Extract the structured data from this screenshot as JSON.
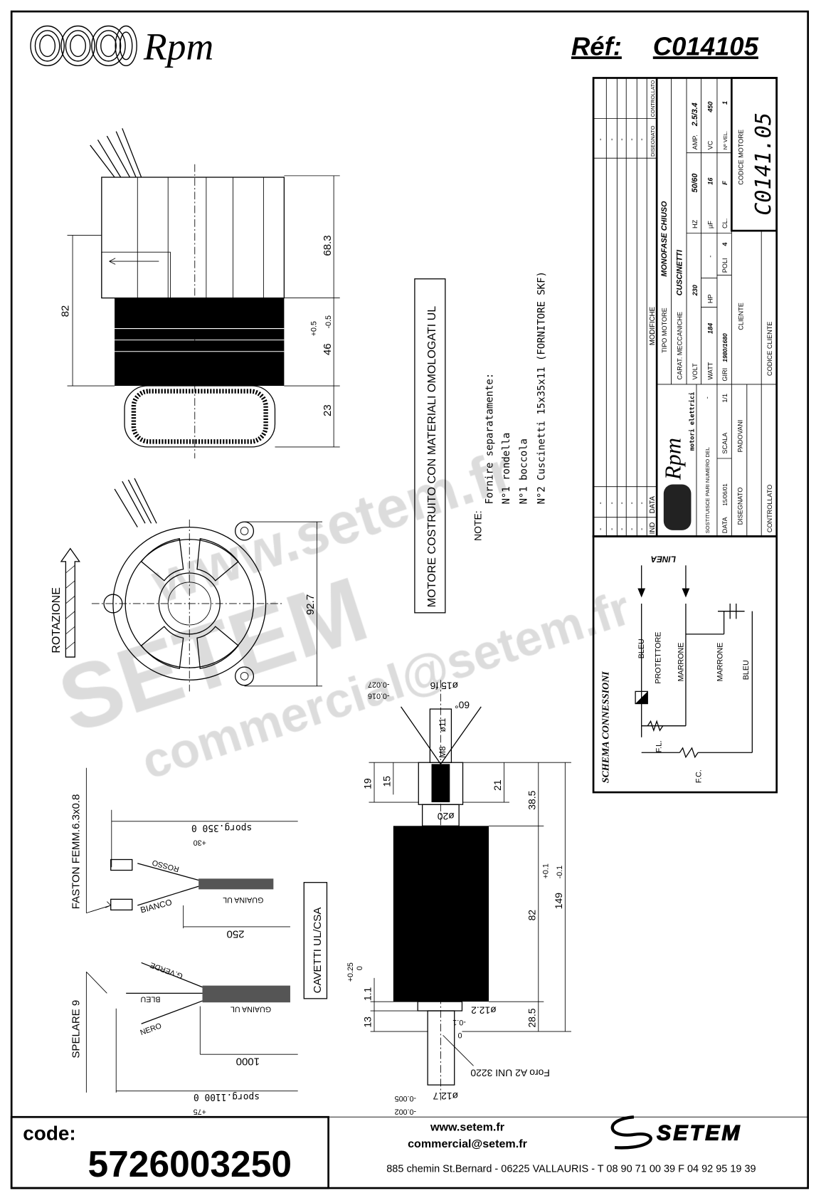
{
  "header": {
    "brand": "Rpm",
    "ref_label": "Réf:",
    "ref_code": "C014105"
  },
  "title_block": {
    "modifiche_rows": [
      {
        "ind": "-",
        "data": "-",
        "disegnato": "-",
        "controllato": ""
      },
      {
        "ind": "-",
        "data": "-",
        "disegnato": "-",
        "controllato": ""
      },
      {
        "ind": "-",
        "data": "-",
        "disegnato": "-",
        "controllato": ""
      },
      {
        "ind": "-",
        "data": "-",
        "disegnato": "-",
        "controllato": ""
      },
      {
        "ind": "-",
        "data": "-",
        "disegnato": "-",
        "controllato": ""
      }
    ],
    "ind_label": "IND",
    "data_label": "DATA",
    "modifiche_label": "MODIFICHE",
    "disegnato_header": "DISEGNATO",
    "controllato_header": "CONTROLLATO",
    "logo_brand": "Rpm",
    "logo_sub": "motori elettrici",
    "sostituisce_label": "SOSTITUISCE PARI NUMERO DEL",
    "sostituisce_value": "-",
    "date_label": "DATA",
    "date_value": "15/06/01",
    "scala_label": "SCALA",
    "scala_value": "1/1",
    "disegnato_label": "DISEGNATO",
    "disegnato_value": "PADOVANI",
    "controllato_label": "CONTROLLATO",
    "tipo_motore_label": "TIPO MOTORE",
    "tipo_motore_value": "MONOFASE CHIUSO",
    "carat_label": "CARAT. MECCANICHE",
    "carat_value": "CUSCINETTI",
    "volt_label": "VOLT",
    "volt_value": "230",
    "hz_label": "HZ",
    "hz_value": "50/60",
    "amp_label": "AMP.",
    "amp_value": "2.5/3.4",
    "watt_label": "WATT",
    "watt_value": "184",
    "hp_label": "HP",
    "hp_value": "-",
    "uf_label": "µF",
    "uf_value": "16",
    "vc_label": "VC",
    "vc_value": "450",
    "giri_label": "GIRI",
    "giri_value": "1980/1680",
    "poli_label": "POLI",
    "poli_value": "4",
    "cl_label": "CL.",
    "cl_value": "F",
    "vel_label": "Nº VEL.",
    "vel_value": "1",
    "cliente_label": "CLIENTE",
    "codice_cliente_label": "CODICE CLIENTE",
    "codice_motore_label": "CODICE MOTORE",
    "codice_motore_value": "C0141.05"
  },
  "schema": {
    "title": "SCHEMA CONNESSIONI",
    "linea": "LINEA",
    "wire_labels": [
      "BLEU",
      "PROTETTORE",
      "MARRONE",
      "MARRONE",
      "BLEU"
    ],
    "fl": "F.L.",
    "fc": "F.C."
  },
  "side_view": {
    "dim_total": "82",
    "dim_upper": "68.3",
    "dim_band": "46",
    "dim_band_tol_plus": "+0.5",
    "dim_band_tol_minus": "-0.5",
    "dim_cap": "23"
  },
  "front_view": {
    "diameter": "92.7",
    "rotation_label": "ROTAZIONE"
  },
  "shaft": {
    "d15": "ø15 f6",
    "d15_tol_a": "-0.016",
    "d15_tol_b": "-0.027",
    "angle": "60°",
    "d11": "ø11",
    "thread": "M8",
    "dim19": "19",
    "dim15": "15",
    "dim21": "21",
    "dim38": "38.5",
    "dim82": "82",
    "dim149": "149",
    "dim149_plus": "+0.1",
    "dim149_minus": "-0.1",
    "d20": "ø20",
    "dim11": "1.1",
    "dim11_plus": "+0.25",
    "dim11_minus": "0",
    "dim13": "13",
    "dim28": "28.5",
    "d122": "ø12.2",
    "d122_tol_a": "0",
    "d122_tol_b": "-0.1",
    "foro": "Foro A2 UNI 3220",
    "d127": "ø12.7",
    "d127_tol_a": "-0.002",
    "d127_tol_b": "-0.005"
  },
  "notes": {
    "ul_box": "MOTORE COSTRUITO CON MATERIALI OMOLOGATI UL",
    "note_label": "NOTE:",
    "lines": [
      "Fornire separatamente:",
      "N°1 rondella",
      "N°1 boccola",
      "N°2 Cuscinetti 15x35x11  (FORNITORE SKF)"
    ]
  },
  "cables": {
    "faston": "FASTON FEMM.6.3x0.8",
    "spelare": "SPELARE 9",
    "cavetti": "CAVETTI UL/CSA",
    "sporg350": "sporg.350  0",
    "sporg350_tol": "+30",
    "rosso": "ROSSO",
    "bianco": "BIANCO",
    "guaina1": "GUAINA UL",
    "len250": "250",
    "verde": "G.VERDE",
    "bleu": "BLEU",
    "nero": "NERO",
    "guaina2": "GUAINA UL",
    "len1000": "1000",
    "sporg1100": "sporg.1100  0",
    "sporg1100_tol": "+75"
  },
  "watermark": {
    "site": "www.setem.fr",
    "brand": "SETEM",
    "email": "commercial@setem.fr"
  },
  "footer": {
    "code_label": "code:",
    "code_value": "5726003250",
    "website": "www.setem.fr",
    "email": "commercial@setem.fr",
    "address": "885 chemin St.Bernard  -  06225 VALLAURIS  -  T 08 90 71 00 39   F 04 92 95 19 39",
    "logo_text": "SETEM"
  }
}
